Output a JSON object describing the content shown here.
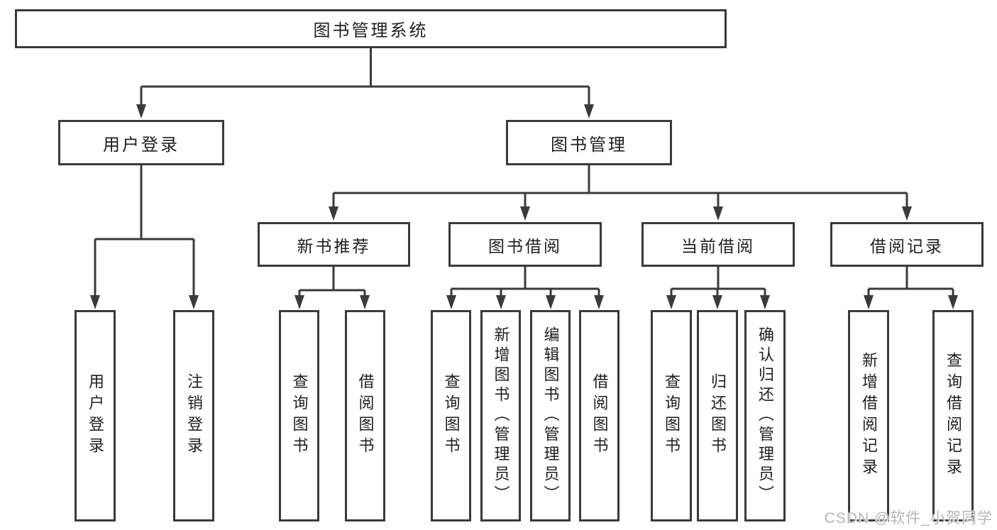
{
  "colors": {
    "background": "#ffffff",
    "line": "#3a3a3a",
    "box_border": "#3a3a3a",
    "box_fill": "#ffffff",
    "text": "#1f1f1f",
    "watermark": "#b5b5b5"
  },
  "watermark": {
    "text": "CSDN @软件_小贺同学"
  },
  "tree": {
    "root": {
      "label": "图书管理系统"
    },
    "branches": [
      {
        "label": "用户登录",
        "children": [
          {
            "label": "用户登录"
          },
          {
            "label": "注销登录"
          }
        ]
      },
      {
        "label": "图书管理",
        "children": [
          {
            "label": "新书推荐",
            "children": [
              {
                "label": "查询图书"
              },
              {
                "label": "借阅图书"
              }
            ]
          },
          {
            "label": "图书借阅",
            "children": [
              {
                "label": "查询图书"
              },
              {
                "label": "新增图书（管理员）"
              },
              {
                "label": "编辑图书（管理员）"
              },
              {
                "label": "借阅图书"
              }
            ]
          },
          {
            "label": "当前借阅",
            "children": [
              {
                "label": "查询图书"
              },
              {
                "label": "归还图书"
              },
              {
                "label": "确认归还（管理员）"
              }
            ]
          },
          {
            "label": "借阅记录",
            "children": [
              {
                "label": "新增借阅记录"
              },
              {
                "label": "查询借阅记录"
              }
            ]
          }
        ]
      }
    ]
  }
}
